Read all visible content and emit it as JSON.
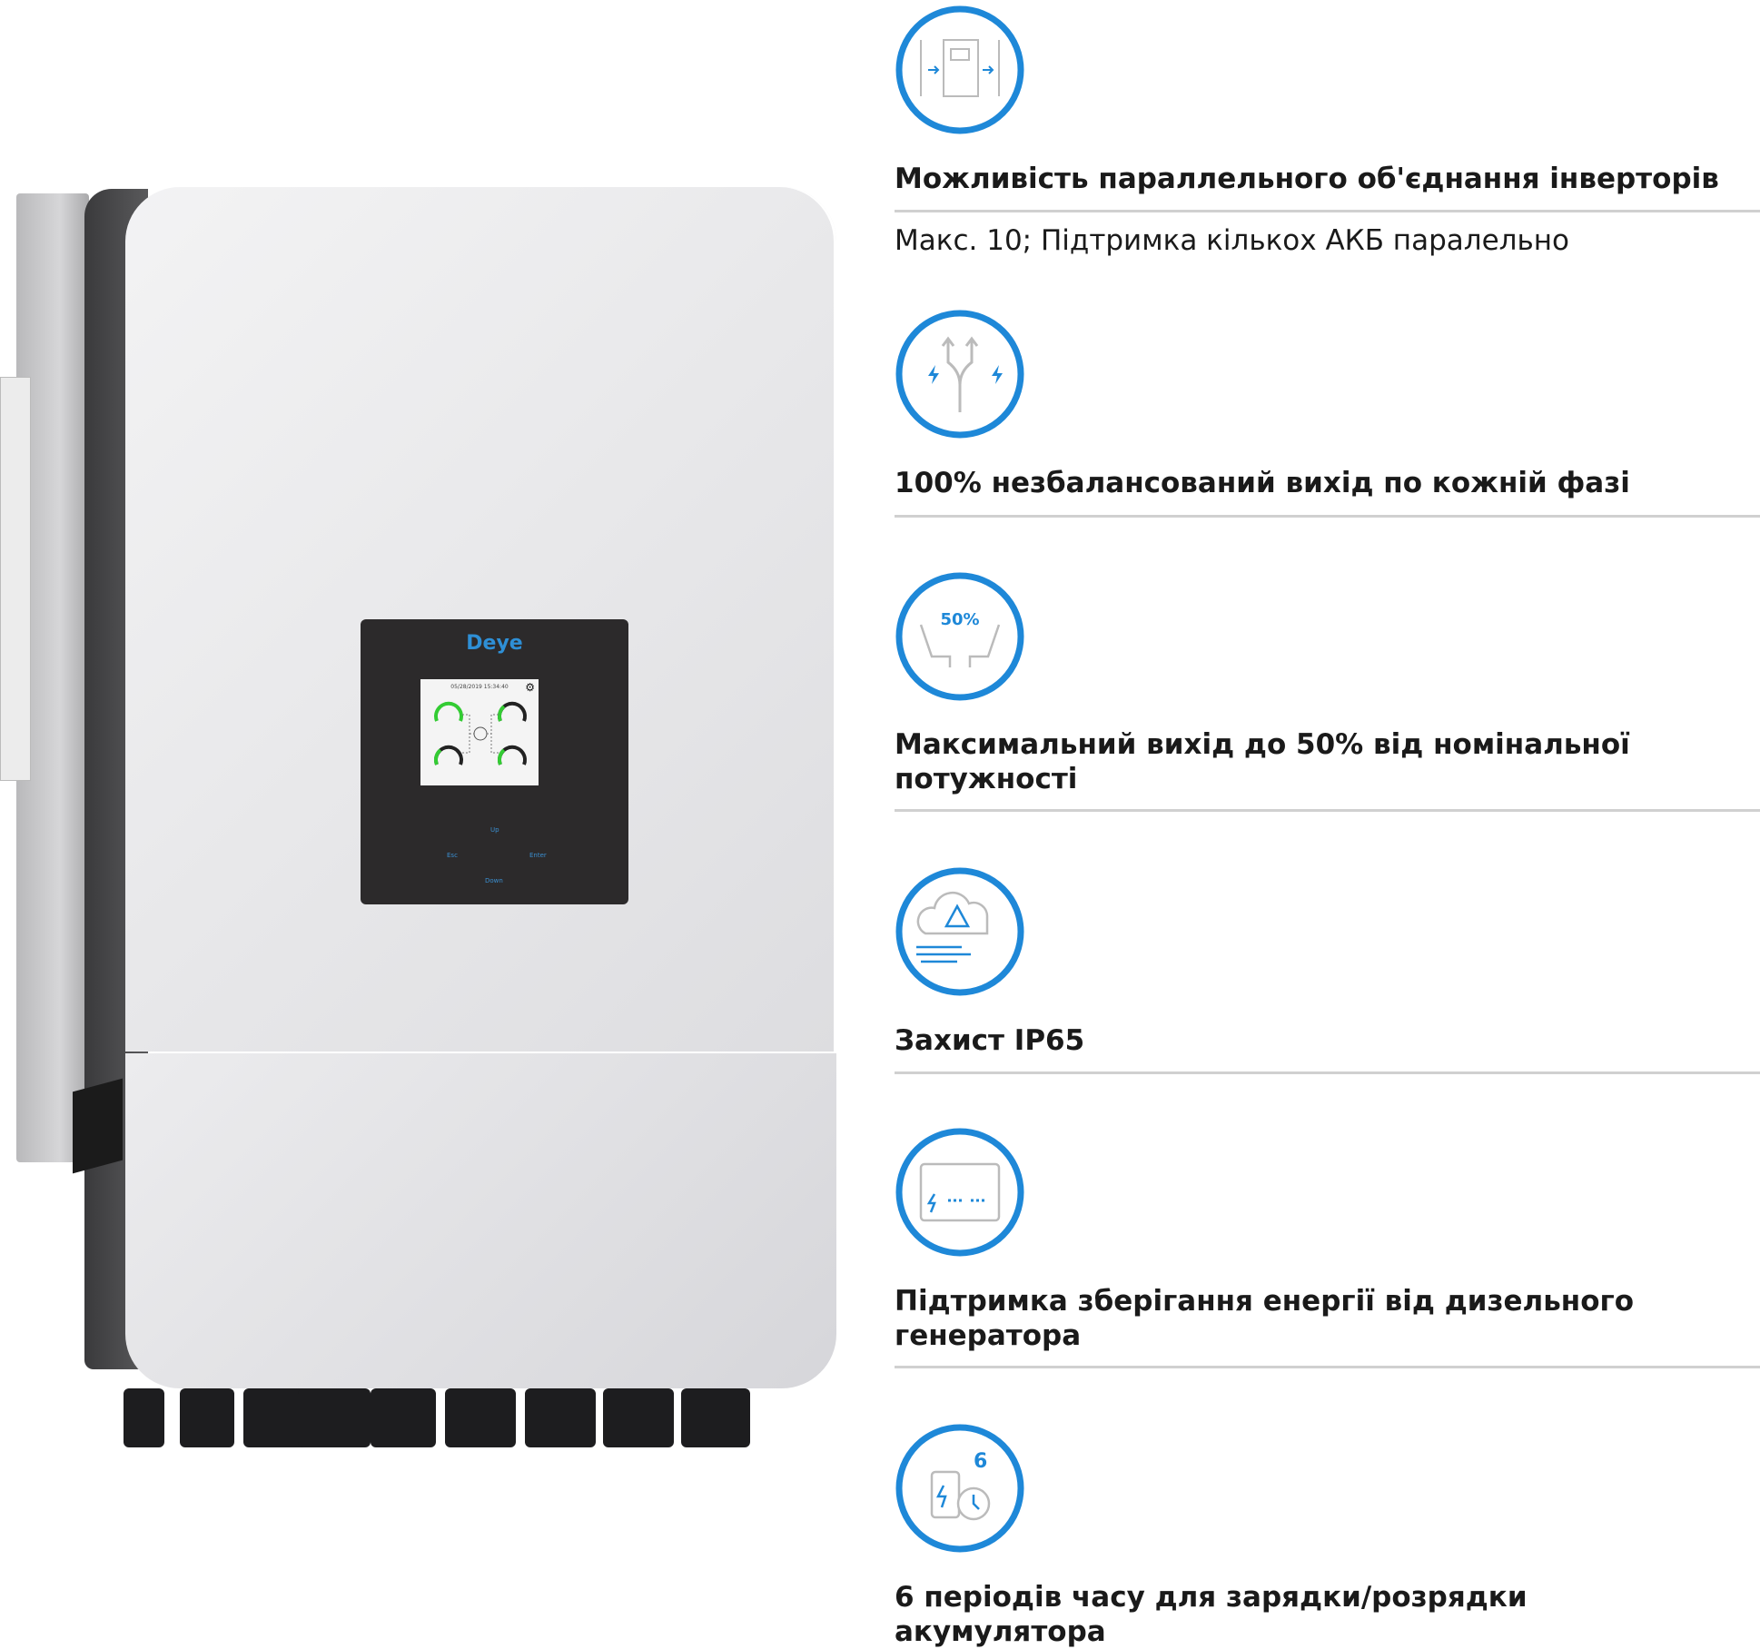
{
  "product": {
    "brand_logo": "Deye",
    "lcd_datetime": "05/28/2019  15:34:40",
    "buttons": {
      "up": "Up",
      "esc": "Esc",
      "enter": "Enter",
      "down": "Down"
    }
  },
  "features": [
    {
      "icon": "parallel-inverters-icon",
      "title": "Можливість параллельного об'єднання інверторів",
      "subtitle": "Макс. 10; Підтримка кількох АКБ паралельно"
    },
    {
      "icon": "split-arrows-lightning-icon",
      "title": "100% незбалансований вихід по кожній фазі"
    },
    {
      "icon": "hands-50-percent-icon",
      "badge": "50%",
      "title": "Максимальний вихід до 50% від номінальної потужності"
    },
    {
      "icon": "weather-protection-icon",
      "title": "Захист IP65"
    },
    {
      "icon": "diesel-generator-icon",
      "title": "Підтримка зберігання енергії від дизельного генератора"
    },
    {
      "icon": "battery-timer-icon",
      "badge": "6",
      "title": "6 періодів часу для зарядки/розрядки акумулятора"
    }
  ],
  "colors": {
    "accent": "#1e88d8",
    "divider": "#d0d0d0"
  }
}
